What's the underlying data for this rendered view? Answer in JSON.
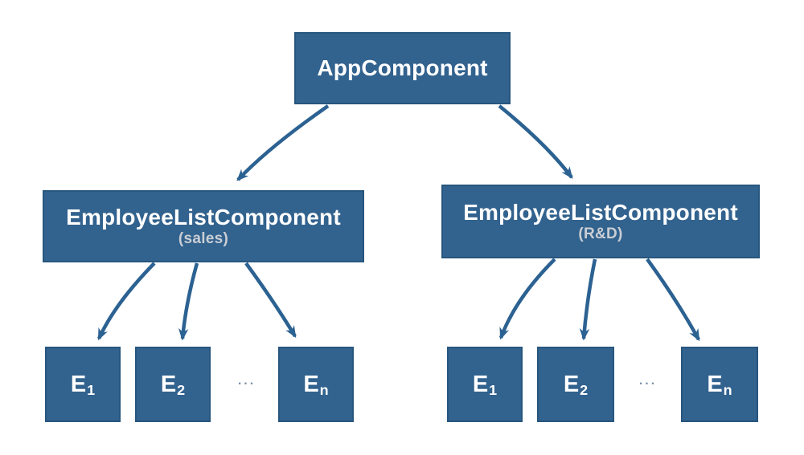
{
  "diagram": {
    "type": "component-tree",
    "root": {
      "title": "AppComponent"
    },
    "branches": [
      {
        "title": "EmployeeListComponent",
        "subtitle": "(sales)",
        "ellipsis": "...",
        "children": [
          {
            "base": "E",
            "sub": "1"
          },
          {
            "base": "E",
            "sub": "2"
          },
          {
            "base": "E",
            "sub": "n"
          }
        ]
      },
      {
        "title": "EmployeeListComponent",
        "subtitle": "(R&D)",
        "ellipsis": "...",
        "children": [
          {
            "base": "E",
            "sub": "1"
          },
          {
            "base": "E",
            "sub": "2"
          },
          {
            "base": "E",
            "sub": "n"
          }
        ]
      }
    ],
    "colors": {
      "node_fill": "#32628e",
      "node_border": "#27567e",
      "arrow": "#2c6292",
      "title_text": "#ffffff",
      "subtitle_text": "#c9ced4",
      "ellipsis_text": "#7d92aa",
      "background": "#ffffff"
    }
  }
}
